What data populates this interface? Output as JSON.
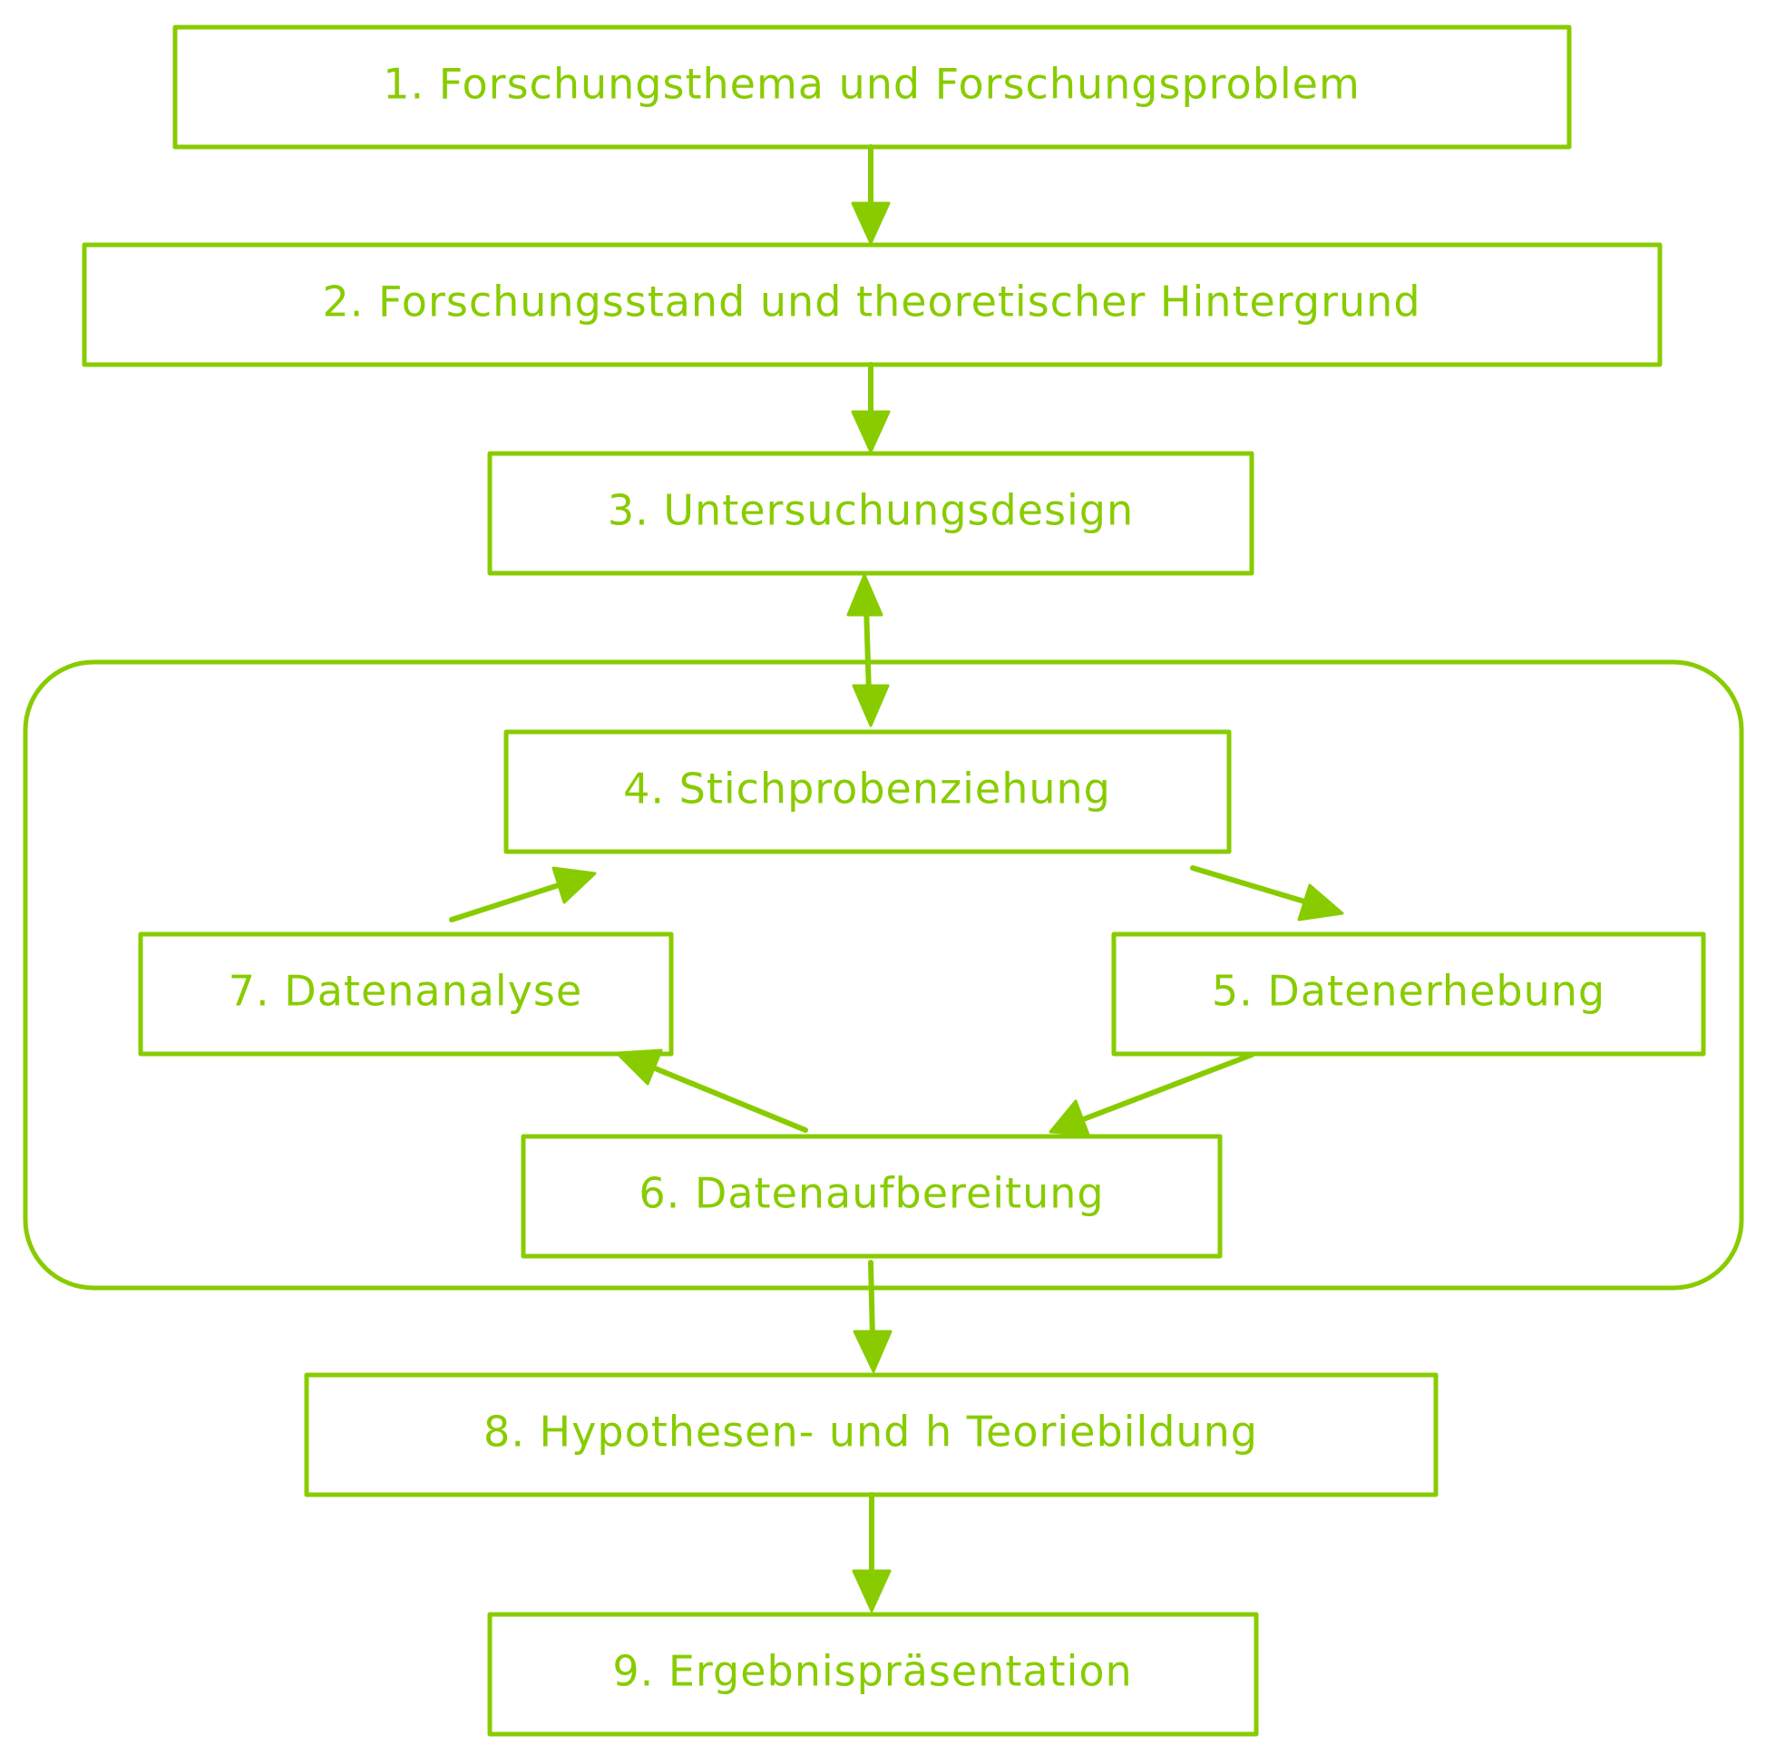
{
  "colors": {
    "accent": "#88cc00",
    "background": "#ffffff"
  },
  "steps": [
    {
      "id": "s1",
      "label": "1. Forschungsthema und Forschungsproblem"
    },
    {
      "id": "s2",
      "label": "2. Forschungsstand und theoretischer Hintergrund"
    },
    {
      "id": "s3",
      "label": "3. Untersuchungsdesign"
    },
    {
      "id": "s4",
      "label": "4. Stichprobenziehung"
    },
    {
      "id": "s5",
      "label": "5. Datenerhebung"
    },
    {
      "id": "s6",
      "label": "6. Datenaufbereitung"
    },
    {
      "id": "s7",
      "label": "7. Datenanalyse"
    },
    {
      "id": "s8",
      "label": "8. Hypothesen- und h Teoriebildung"
    },
    {
      "id": "s9",
      "label": "9. Ergebnispräsentation"
    }
  ],
  "connections": [
    {
      "from": "s1",
      "to": "s2",
      "bidirectional": false
    },
    {
      "from": "s2",
      "to": "s3",
      "bidirectional": false
    },
    {
      "from": "s3",
      "to": "s4",
      "bidirectional": true
    },
    {
      "from": "s4",
      "to": "s5",
      "bidirectional": false
    },
    {
      "from": "s5",
      "to": "s6",
      "bidirectional": false
    },
    {
      "from": "s6",
      "to": "s7",
      "bidirectional": false
    },
    {
      "from": "s7",
      "to": "s4",
      "bidirectional": false
    },
    {
      "from": "s6",
      "to": "s8",
      "bidirectional": false
    },
    {
      "from": "s8",
      "to": "s9",
      "bidirectional": false
    }
  ],
  "groups": [
    {
      "id": "cycle",
      "members": [
        "s4",
        "s5",
        "s6",
        "s7"
      ]
    }
  ]
}
